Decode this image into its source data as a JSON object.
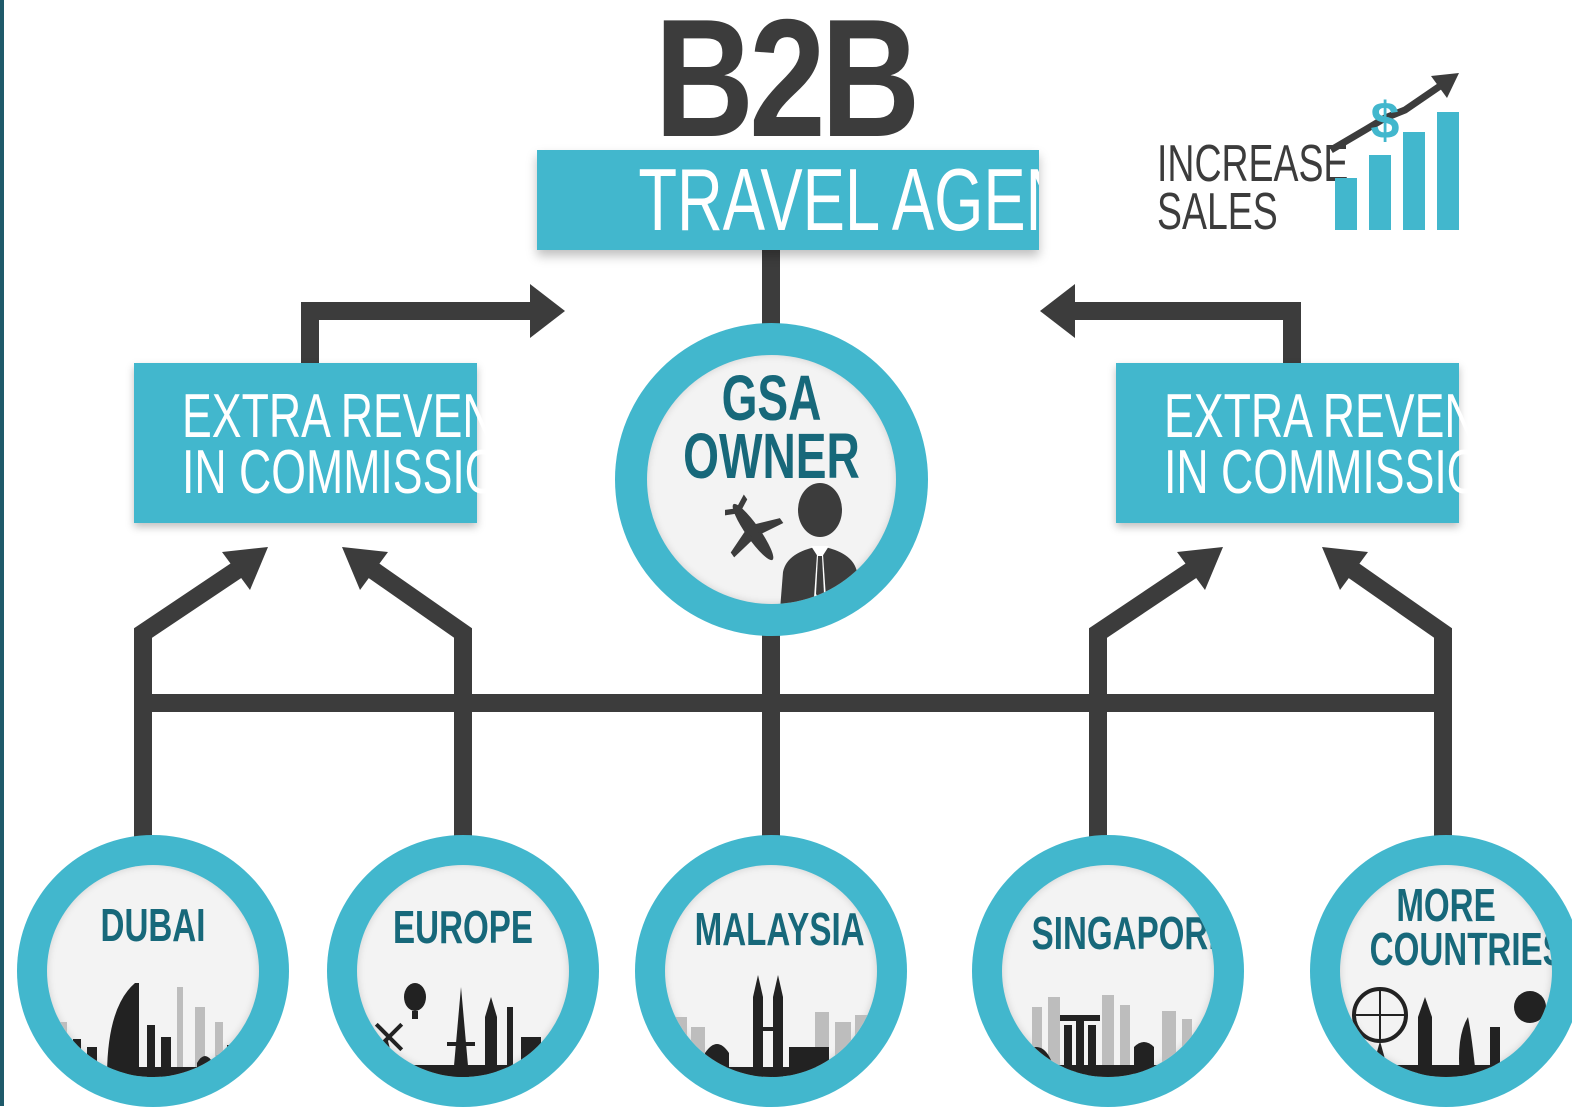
{
  "title": {
    "main": "B2B",
    "sub": "TRAVEL AGENCY"
  },
  "center_node": {
    "line1": "GSA",
    "line2": "OWNER",
    "icon": "businessman-with-airplane-icon"
  },
  "revenue_left": {
    "line1": "EXTRA REVENUE",
    "line2": "IN COMMISSION"
  },
  "revenue_right": {
    "line1": "EXTRA REVENUE",
    "line2": "IN COMMISSION"
  },
  "sales": {
    "line1": "INCREASE",
    "line2": "SALES",
    "icon": "rising-bar-chart-dollar-icon"
  },
  "destinations": [
    {
      "line1": "DUBAI",
      "line2": ""
    },
    {
      "line1": "EUROPE",
      "line2": ""
    },
    {
      "line1": "MALAYSIA",
      "line2": ""
    },
    {
      "line1": "SINGAPORE",
      "line2": ""
    },
    {
      "line1": "MORE",
      "line2": "COUNTRIES"
    }
  ],
  "colors": {
    "accent": "#42b7cd",
    "dark": "#3c3c3c",
    "label": "#17687a"
  }
}
